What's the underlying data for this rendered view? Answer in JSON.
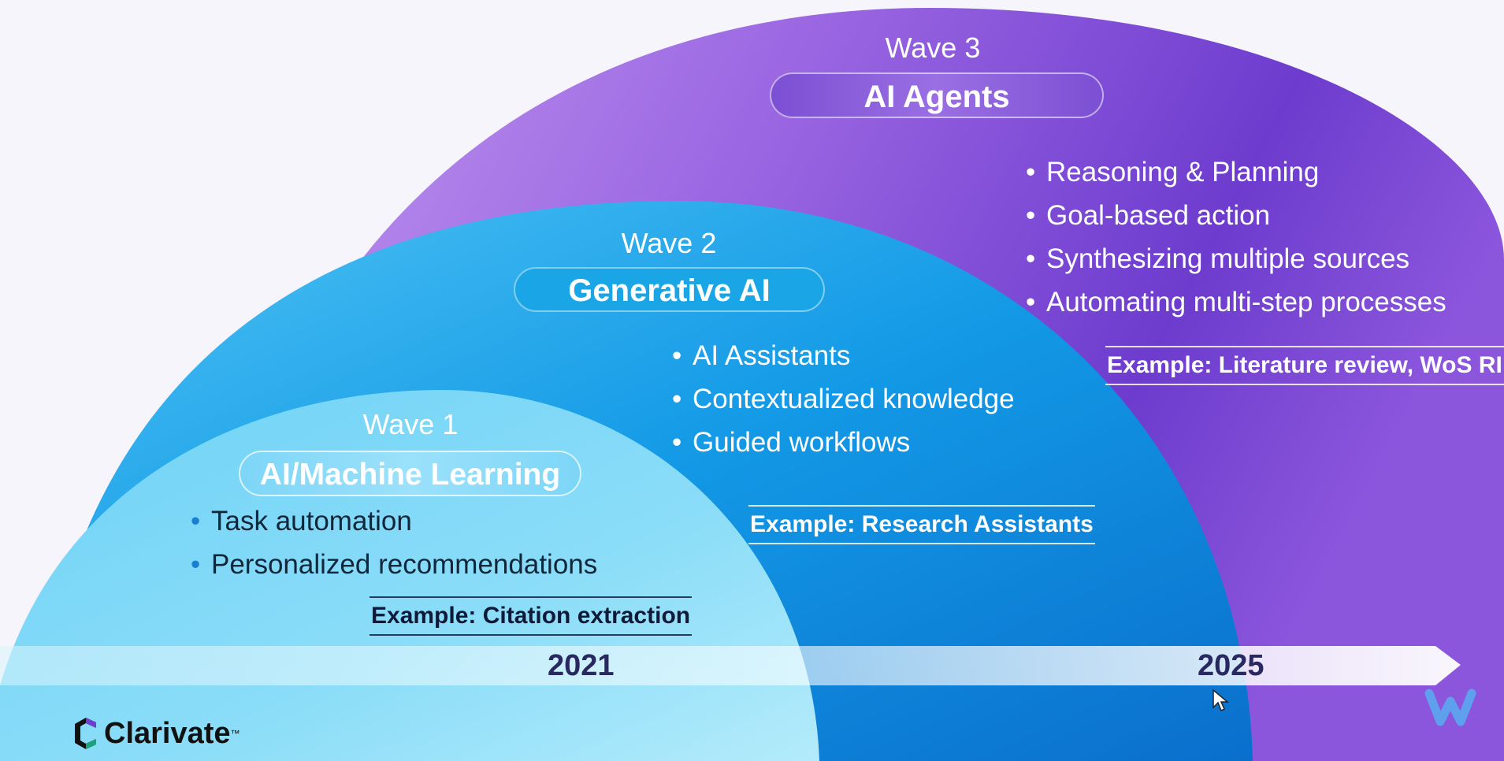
{
  "waves": [
    {
      "wave_label": "Wave 3",
      "title": "AI Agents",
      "bullets": [
        "Reasoning & Planning",
        "Goal-based action",
        "Synthesizing multiple sources",
        "Automating multi-step processes"
      ],
      "example": "Example: Literature review, WoS RI"
    },
    {
      "wave_label": "Wave 2",
      "title": "Generative AI",
      "bullets": [
        "AI Assistants",
        "Contextualized knowledge",
        "Guided workflows"
      ],
      "example": "Example: Research Assistants"
    },
    {
      "wave_label": "Wave 1",
      "title": "AI/Machine Learning",
      "bullets": [
        "Task automation",
        "Personalized recommendations"
      ],
      "example": "Example: Citation extraction"
    }
  ],
  "timeline": {
    "start_year": "2021",
    "end_year": "2025"
  },
  "logo": {
    "name": "Clarivate",
    "trademark": "™"
  },
  "colors": {
    "wave3": "#7a45d6",
    "wave2": "#0d8fe0",
    "wave1": "#7fd8f7",
    "year_text": "#2a2860"
  }
}
